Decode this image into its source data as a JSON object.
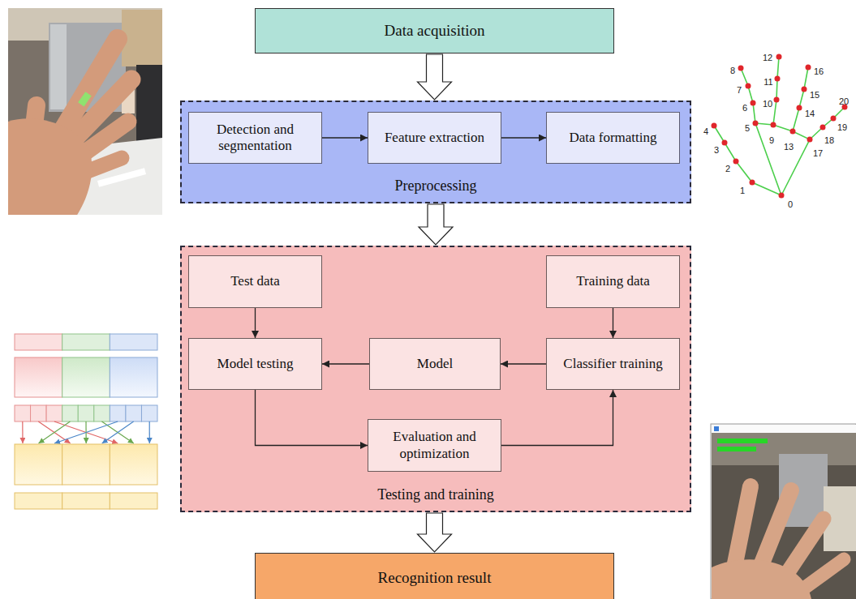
{
  "diagram": {
    "nodes": [
      {
        "text": [
          "Data acquisition"
        ]
      },
      {
        "text": [
          "Preprocessing"
        ]
      },
      {
        "text": [
          "Detection and segmentation"
        ],
        "in": 1
      },
      {
        "text": [
          "Feature extraction"
        ],
        "in": 1
      },
      {
        "text": [
          "Data formatting"
        ],
        "in": 1
      },
      {
        "text": [
          "Testing and training"
        ]
      },
      {
        "text": [
          "Test data"
        ],
        "in": 5
      },
      {
        "text": [
          "Training data"
        ],
        "in": 5
      },
      {
        "text": [
          "Model testing"
        ],
        "in": 5
      },
      {
        "text": [
          "Model"
        ],
        "in": 5
      },
      {
        "text": [
          "Classifier training"
        ],
        "in": 5
      },
      {
        "text": [
          "Evaluation and optimization"
        ],
        "in": 5
      },
      {
        "text": [
          "Recognition result"
        ]
      }
    ],
    "edges": [
      {
        "from": 0,
        "to": 1,
        "arrow": "to"
      },
      {
        "from": 2,
        "to": 3,
        "arrow": "to"
      },
      {
        "from": 3,
        "to": 4,
        "arrow": "to"
      },
      {
        "from": 1,
        "to": 5,
        "arrow": "to"
      },
      {
        "from": 6,
        "to": 8,
        "arrow": "to"
      },
      {
        "from": 7,
        "to": 10,
        "arrow": "to"
      },
      {
        "from": 10,
        "to": 9,
        "arrow": "to"
      },
      {
        "from": 9,
        "to": 8,
        "arrow": "to"
      },
      {
        "from": 8,
        "to": 11,
        "arrow": "to"
      },
      {
        "from": 11,
        "to": 10,
        "arrow": "to"
      },
      {
        "from": 5,
        "to": 12,
        "arrow": "to"
      }
    ],
    "labels": [
      "0",
      "1",
      "2",
      "3",
      "4",
      "5",
      "6",
      "7",
      "8",
      "9",
      "10",
      "11",
      "12",
      "13",
      "14",
      "15",
      "16",
      "17",
      "18",
      "19",
      "20"
    ]
  }
}
